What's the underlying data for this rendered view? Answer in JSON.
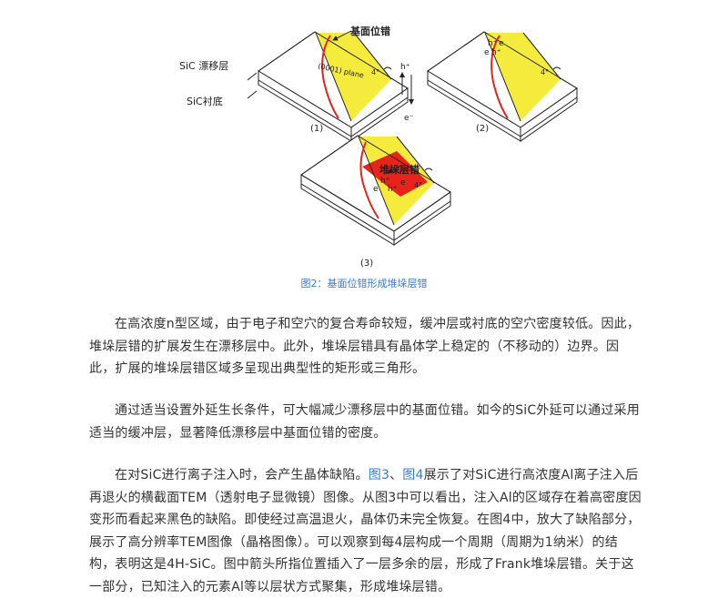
{
  "figure": {
    "label_bpd": "基面位错",
    "label_drift": "SiC 漂移层",
    "label_substrate": "SiC衬底",
    "plane_label": "(0001) plane",
    "angle": "4°",
    "h_plus": "h⁺",
    "e_minus": "e⁻",
    "e": "e",
    "h": "h⁺",
    "label_ssf": "堆垛层错",
    "sub1": "(1)",
    "sub2": "(2)",
    "sub3": "(3)",
    "caption": "图2：基面位错形成堆垛层错"
  },
  "paragraphs": [
    {
      "lines": [
        "在高浓度n型区域，由于电子和空穴的复合寿命较短，缓冲层或衬底的空穴密度较低。因此，",
        "堆垛层错的扩展发生在漂移层中。此外，堆垛层错具有晶体学上稳定的（不移动的）边界。因",
        "此，扩展的堆垛层错区域多呈现出典型性的矩形或三角形。"
      ]
    },
    {
      "lines": [
        "通过适当设置外延生长条件，可大幅减少漂移层中的基面位错。如今的SiC外延可以通过采用",
        "适当的缓冲层，显著降低漂移层中基面位错的密度。"
      ]
    },
    {
      "line1_pre": "在对SiC进行离子注入时，会产生晶体缺陷。",
      "link1": "图3",
      "sep": "、",
      "link2": "图4",
      "line1_post": "展示了对SiC进行高浓度Al离子注入后",
      "lines": [
        "再退火的横截面TEM（透射电子显微镜）图像。从图3中可以看出，注入Al的区域存在着高密度因",
        "变形而看起来黑色的缺陷。即使经过高温退火，晶体仍未完全恢复。在图4中，放大了缺陷部分，",
        "展示了高分辨率TEM图像（晶格图像）。可以观察到每4层构成一个周期（周期为1纳米）的结",
        "构，表明这是4H-SiC。图中箭头所指位置插入了一层多余的层，形成了Frank堆垛层错。关于这",
        "一部分，已知注入的元素Al等以层状方式聚集，形成堆垛层错。"
      ]
    }
  ],
  "colors": {
    "yellow": "#f5eb3c",
    "red": "#e8231b",
    "caption_blue": "#3a7bd5",
    "text": "#333333"
  }
}
